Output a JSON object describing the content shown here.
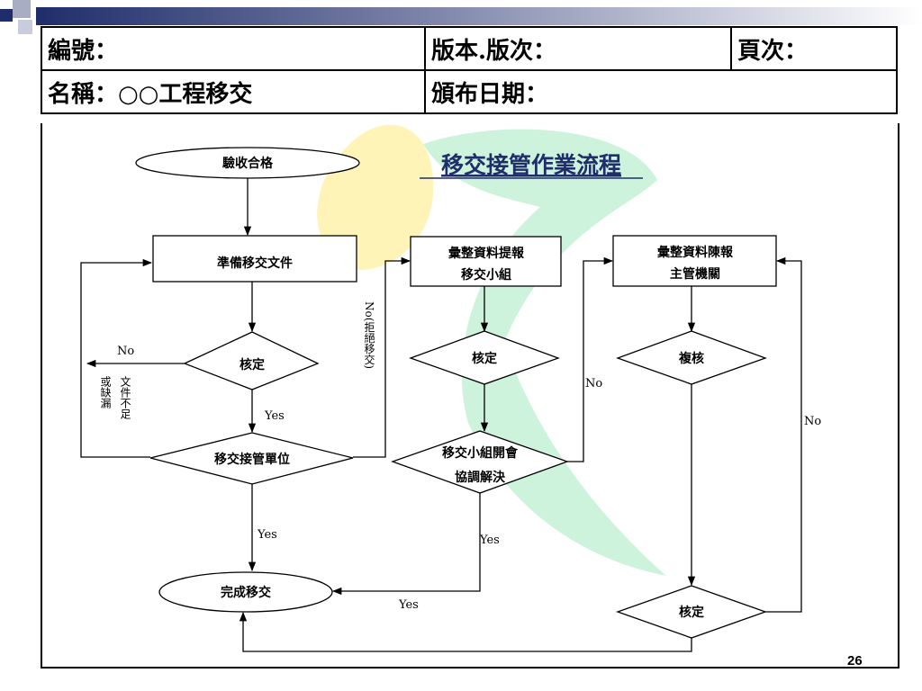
{
  "header": {
    "number_label": "編號：",
    "version_label": "版本.版次：",
    "page_label": "頁次：",
    "name_label": "名稱：○○工程移交",
    "release_label": "頒布日期："
  },
  "diagram": {
    "title": "移交接管作業流程",
    "nodes": {
      "accept": "驗收合格",
      "prepare": "準備移交文件",
      "check1": "核定",
      "unit": "移交接管單位",
      "complete": "完成移交",
      "compile1_l1": "彙整資料提報",
      "compile1_l2": "移交小組",
      "check2": "核定",
      "meet_l1": "移交小組開會",
      "meet_l2": "協調解決",
      "compile2_l1": "彙整資料陳報",
      "compile2_l2": "主管機關",
      "review": "複核",
      "check3": "核定"
    },
    "labels": {
      "no1": "No",
      "reason1a": "文件不足",
      "reason1b": "或缺漏",
      "yes1": "Yes",
      "reject": "No(拒絕移交)",
      "yes2": "Yes",
      "no2": "No",
      "yes3": "Yes",
      "yes4": "Yes",
      "no3": "No"
    }
  },
  "page_number": "26",
  "colors": {
    "deco_navy": "#1f2d6a",
    "deco_gray": "#a9adc4",
    "watermark_yellow": "#fff3b0",
    "watermark_green": "#c8f2d8",
    "flow_line": "#000000"
  }
}
